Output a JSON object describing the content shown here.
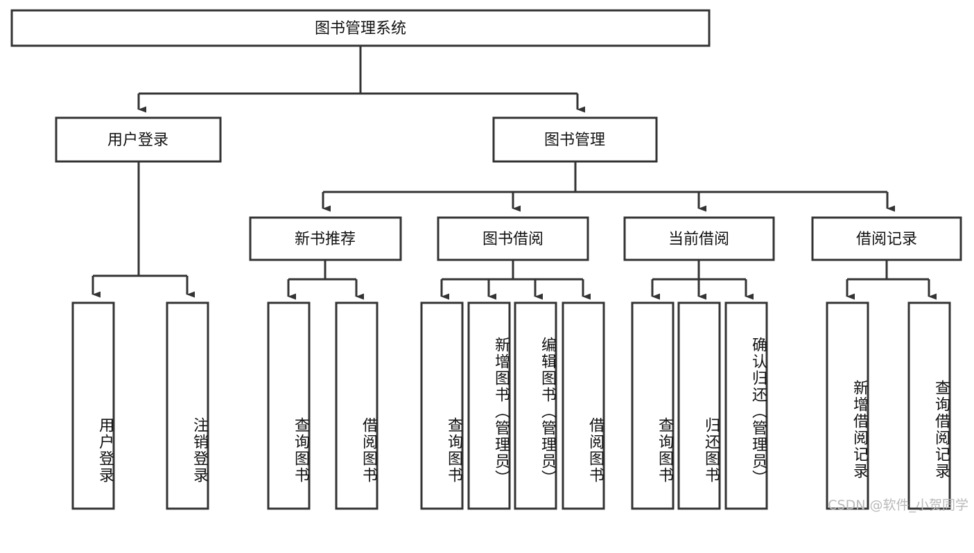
{
  "diagram": {
    "type": "tree-hierarchy-flowchart",
    "orientation": "top-down",
    "title_node": "图书管理系统",
    "watermark": "CSDN @软件_小贺同学",
    "colors": {
      "box_stroke": "#333333",
      "box_fill": "#ffffff",
      "connector": "#333333",
      "text": "#111111",
      "watermark": "#b9b9b9",
      "background": "#ffffff"
    },
    "levels": [
      {
        "level": 1,
        "nodes": [
          {
            "id": "root",
            "label": "图书管理系统",
            "text_orientation": "horizontal"
          }
        ]
      },
      {
        "level": 2,
        "nodes": [
          {
            "id": "login",
            "label": "用户登录",
            "parent": "root",
            "text_orientation": "horizontal"
          },
          {
            "id": "bookmgmt",
            "label": "图书管理",
            "parent": "root",
            "text_orientation": "horizontal"
          }
        ]
      },
      {
        "level": 3,
        "nodes": [
          {
            "id": "newbook",
            "label": "新书推荐",
            "parent": "bookmgmt",
            "text_orientation": "horizontal"
          },
          {
            "id": "borrow",
            "label": "图书借阅",
            "parent": "bookmgmt",
            "text_orientation": "horizontal"
          },
          {
            "id": "current",
            "label": "当前借阅",
            "parent": "bookmgmt",
            "text_orientation": "horizontal"
          },
          {
            "id": "records",
            "label": "借阅记录",
            "parent": "bookmgmt",
            "text_orientation": "horizontal"
          }
        ]
      },
      {
        "level": 4,
        "nodes": [
          {
            "id": "leaf-1",
            "label": "用户登录",
            "parent": "login",
            "text_orientation": "vertical"
          },
          {
            "id": "leaf-2",
            "label": "注销登录",
            "parent": "login",
            "text_orientation": "vertical"
          },
          {
            "id": "leaf-3",
            "label": "查询图书",
            "parent": "newbook",
            "text_orientation": "vertical"
          },
          {
            "id": "leaf-4",
            "label": "借阅图书",
            "parent": "newbook",
            "text_orientation": "vertical"
          },
          {
            "id": "leaf-5",
            "label": "查询图书",
            "parent": "borrow",
            "text_orientation": "vertical"
          },
          {
            "id": "leaf-6",
            "label": "新增图书（管理员）",
            "parent": "borrow",
            "text_orientation": "vertical"
          },
          {
            "id": "leaf-7",
            "label": "编辑图书（管理员）",
            "parent": "borrow",
            "text_orientation": "vertical"
          },
          {
            "id": "leaf-8",
            "label": "借阅图书",
            "parent": "borrow",
            "text_orientation": "vertical"
          },
          {
            "id": "leaf-9",
            "label": "查询图书",
            "parent": "current",
            "text_orientation": "vertical"
          },
          {
            "id": "leaf-10",
            "label": "归还图书",
            "parent": "current",
            "text_orientation": "vertical"
          },
          {
            "id": "leaf-11",
            "label": "确认归还（管理员）",
            "parent": "current",
            "text_orientation": "vertical"
          },
          {
            "id": "leaf-12",
            "label": "新增借阅记录",
            "parent": "records",
            "text_orientation": "vertical"
          },
          {
            "id": "leaf-13",
            "label": "查询借阅记录",
            "parent": "records",
            "text_orientation": "vertical"
          }
        ]
      }
    ]
  }
}
